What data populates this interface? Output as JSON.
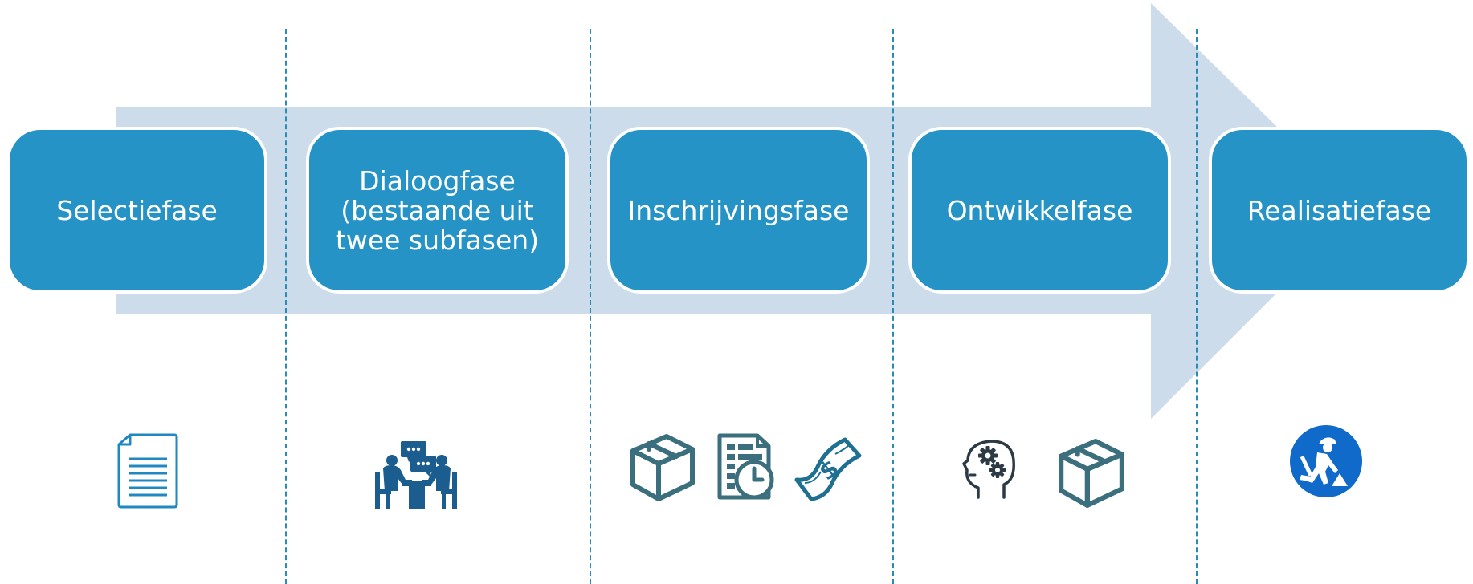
{
  "colors": {
    "box": "#2593c6",
    "arrow": "#cddcea",
    "divider": "#2a8ab8",
    "icon_blue": "#1f87c1",
    "icon_navy": "#1b5d8e",
    "icon_teal": "#3c6f7e",
    "icon_dark": "#2c3a46",
    "badge_blue": "#0f6ac9"
  },
  "phases": [
    {
      "label": "Selectiefase",
      "icons": [
        "document-icon"
      ]
    },
    {
      "label": "Dialoogfase\n(bestaande uit\ntwee subfasen)",
      "icons": [
        "meeting-icon"
      ]
    },
    {
      "label": "Inschrijvingsfase",
      "icons": [
        "package-box-icon",
        "schedule-clock-icon",
        "money-bill-icon"
      ]
    },
    {
      "label": "Ontwikkelfase",
      "icons": [
        "head-gears-icon",
        "package-box-icon"
      ]
    },
    {
      "label": "Realisatiefase",
      "icons": [
        "construction-worker-icon"
      ]
    }
  ]
}
